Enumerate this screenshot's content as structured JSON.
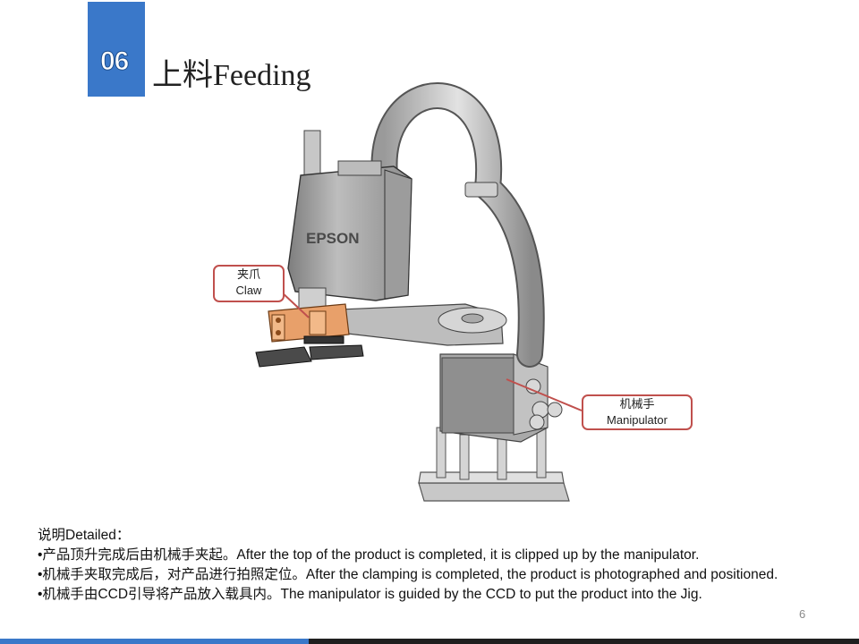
{
  "header": {
    "section_number": "06",
    "title": "上料Feeding",
    "accent_color": "#3a78c9"
  },
  "figure": {
    "brand_text": "EPSON",
    "callouts": {
      "claw": {
        "zh": "夹爪",
        "en": "Claw"
      },
      "manipulator": {
        "zh": "机械手",
        "en": "Manipulator"
      },
      "border_color": "#c0504d"
    },
    "claw_color": "#e8a06a"
  },
  "description": {
    "heading": "说明Detailed：",
    "lines": [
      "•产品顶升完成后由机械手夹起。After the top of the product is completed, it is clipped up by the manipulator.",
      "•机械手夹取完成后，对产品进行拍照定位。After the clamping is completed, the product is photographed and positioned.",
      "•机械手由CCD引导将产品放入载具内。The manipulator is guided by the CCD to put the product into the Jig."
    ]
  },
  "page_number": "6"
}
